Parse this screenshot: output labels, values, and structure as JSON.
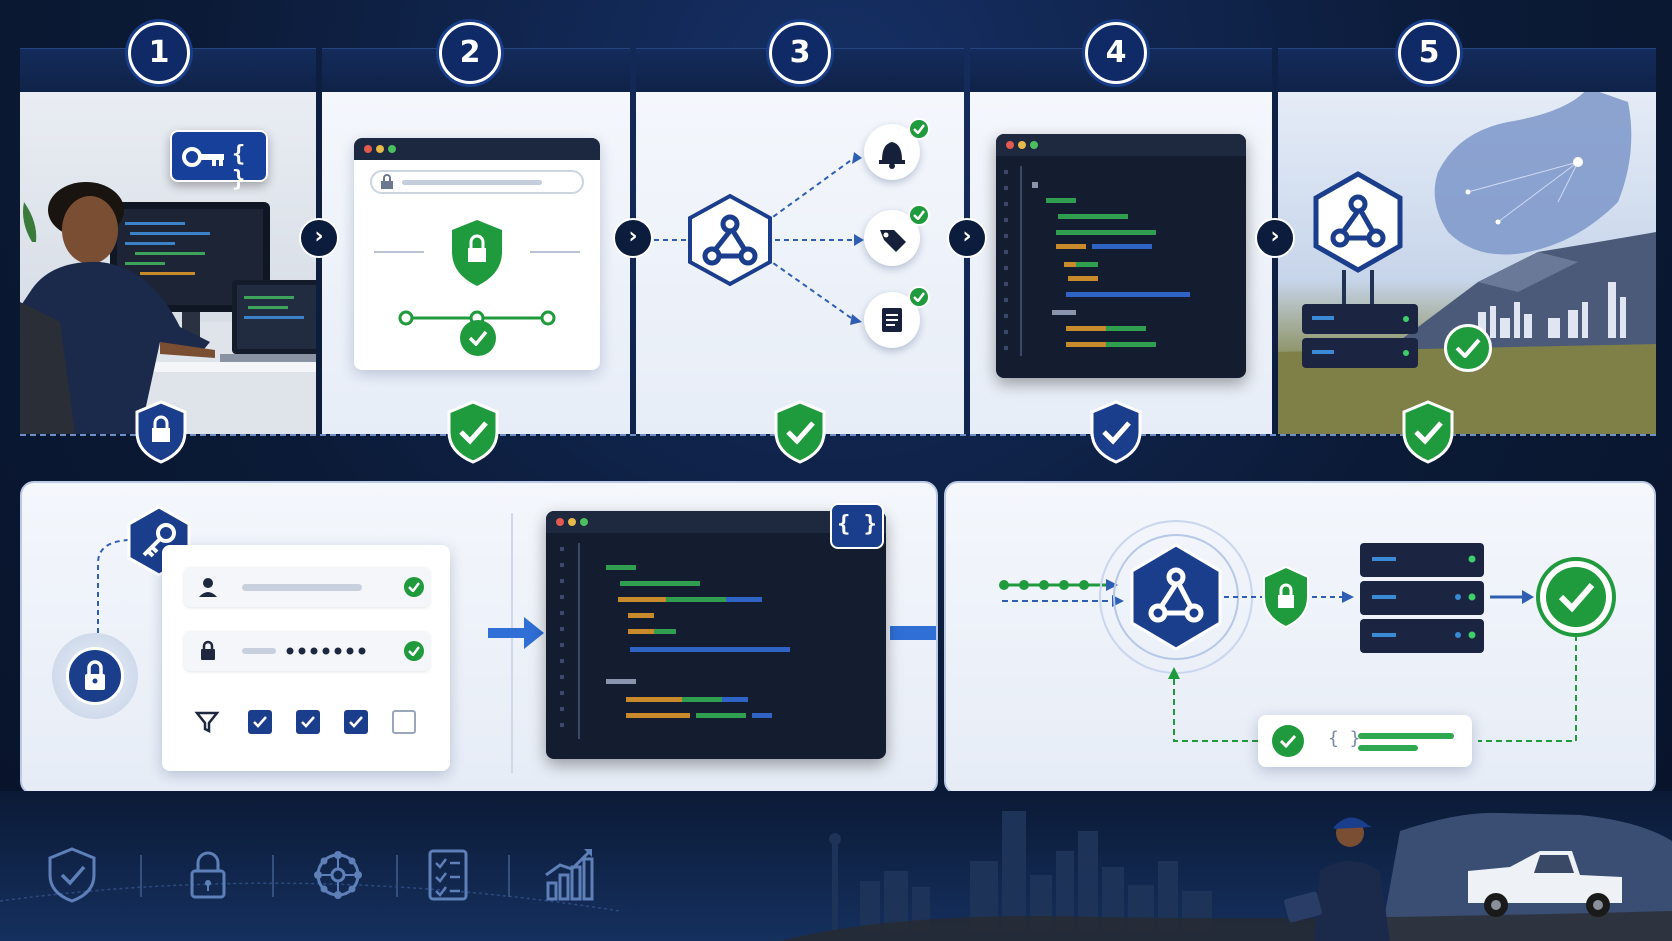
{
  "steps": [
    {
      "number": "1",
      "badge_icon": "lock-shield-icon"
    },
    {
      "number": "2",
      "badge_icon": "check-shield-icon"
    },
    {
      "number": "3",
      "badge_icon": "check-shield-icon"
    },
    {
      "number": "4",
      "badge_icon": "blue-check-shield-icon"
    },
    {
      "number": "5",
      "badge_icon": "check-shield-icon"
    }
  ],
  "step1": {
    "api_key_label": "{ }"
  },
  "bottom": {
    "json_badge": "{ }",
    "response_card_label": "{ }"
  },
  "footer_icons": [
    "shield-check-icon",
    "padlock-icon",
    "network-icon",
    "checklist-icon",
    "bar-chart-icon"
  ],
  "colors": {
    "navy": "#0f2a66",
    "accent_blue": "#1b4fb0",
    "success_green": "#1f9a3c",
    "panel_bg": "#eef2f9",
    "code_bg": "#141c30"
  }
}
